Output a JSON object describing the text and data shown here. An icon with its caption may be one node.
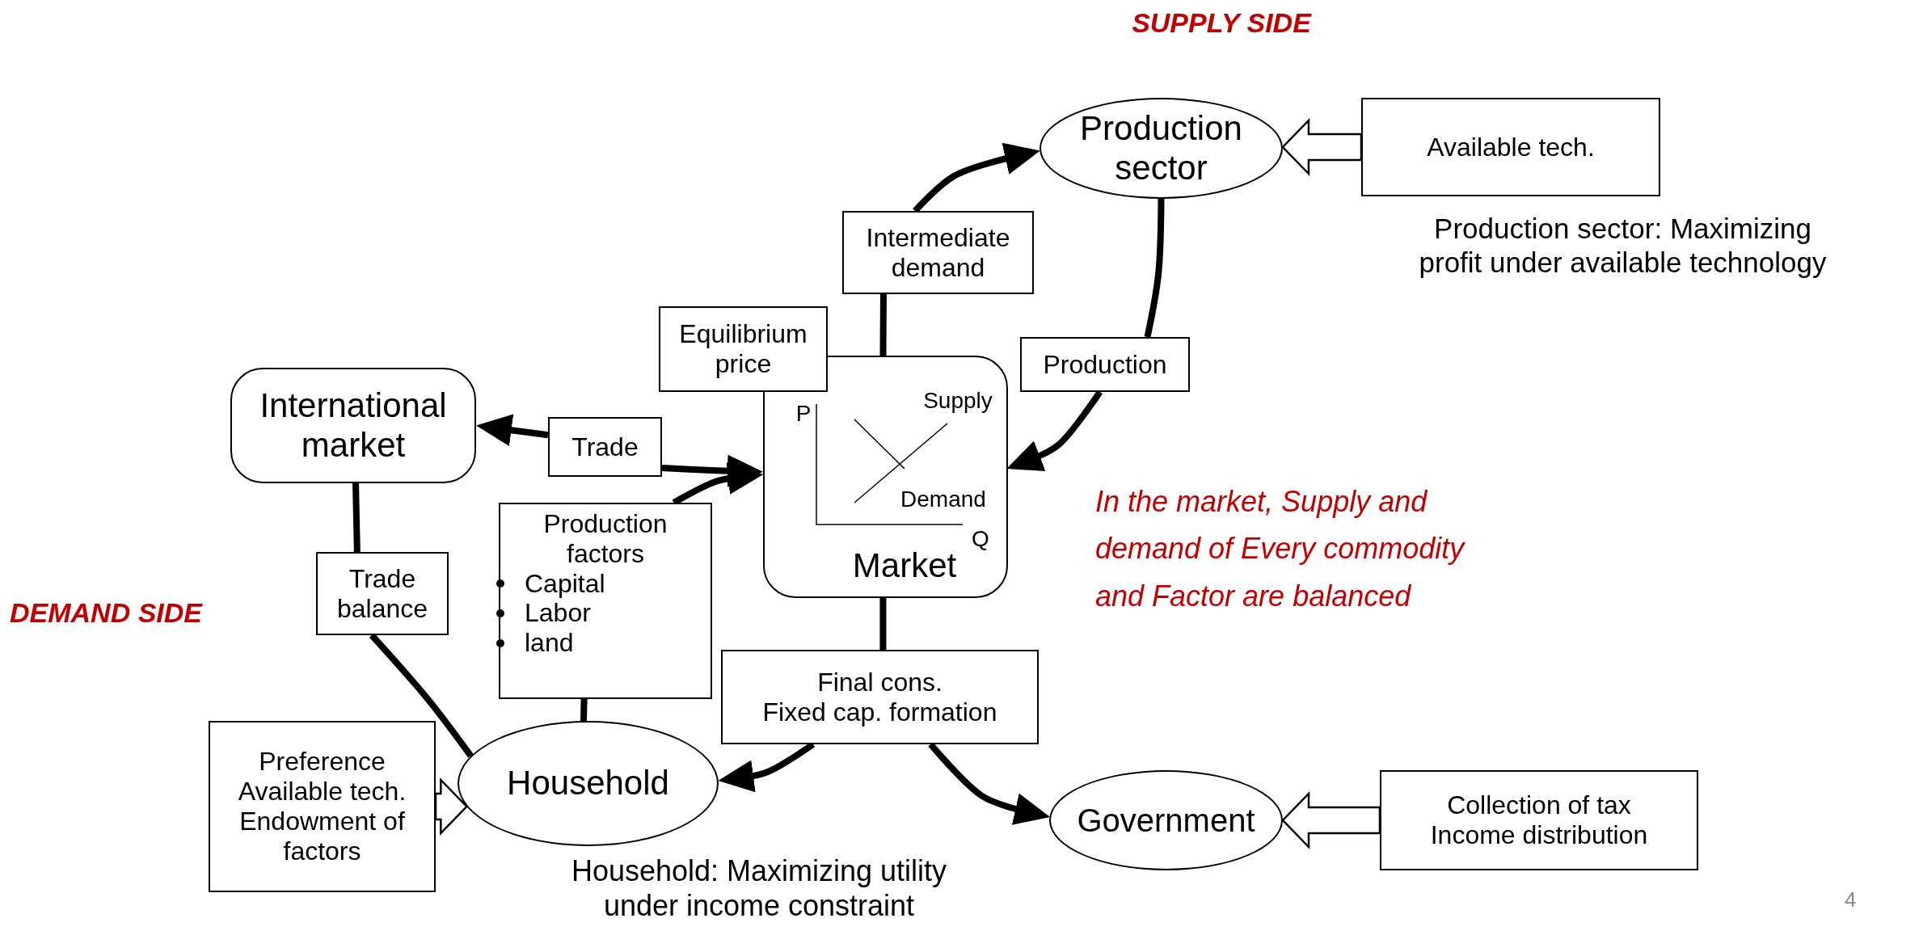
{
  "diagram": {
    "nodes": [
      {
        "text": [
          "Production sector"
        ]
      },
      {
        "text": [
          "Available tech."
        ]
      },
      {
        "text": [
          "Equilibrium price"
        ]
      },
      {
        "text": [
          "International market"
        ]
      },
      {
        "text": [
          "P",
          "Supply",
          "Demand",
          "Q",
          "Market"
        ]
      },
      {
        "text": [
          "Production factors",
          "Capital",
          "Labor",
          "land"
        ]
      },
      {
        "text": [
          "Final cons.",
          "Fixed cap. formation"
        ]
      },
      {
        "text": [
          "Preference",
          "Available tech.",
          "Endowment of factors"
        ]
      },
      {
        "text": [
          "Household"
        ]
      },
      {
        "text": [
          "Government"
        ]
      },
      {
        "text": [
          "Collection of tax",
          "Income distribution"
        ]
      },
      {
        "text": [
          "Intermediate demand"
        ]
      },
      {
        "text": [
          "Production"
        ]
      },
      {
        "text": [
          "Trade"
        ]
      },
      {
        "text": [
          "Trade balance"
        ]
      }
    ],
    "edges": [
      {
        "from": 4,
        "to": 11,
        "arrow": "none"
      },
      {
        "from": 11,
        "to": 0,
        "arrow": "to"
      },
      {
        "from": 0,
        "to": 12,
        "arrow": "none"
      },
      {
        "from": 12,
        "to": 4,
        "arrow": "to"
      },
      {
        "from": 1,
        "to": 0,
        "arrow": "to",
        "style": "thick"
      },
      {
        "from": 13,
        "to": 3,
        "arrow": "to"
      },
      {
        "from": 13,
        "to": 4,
        "arrow": "to"
      },
      {
        "from": 3,
        "to": 14,
        "arrow": "none"
      },
      {
        "from": 14,
        "to": 8,
        "arrow": "none"
      },
      {
        "from": 8,
        "to": 5,
        "arrow": "none"
      },
      {
        "from": 5,
        "to": 4,
        "arrow": "to"
      },
      {
        "from": 4,
        "to": 6,
        "arrow": "none"
      },
      {
        "from": 6,
        "to": 8,
        "arrow": "to"
      },
      {
        "from": 6,
        "to": 9,
        "arrow": "to"
      },
      {
        "from": 7,
        "to": 8,
        "arrow": "to",
        "style": "thick"
      },
      {
        "from": 10,
        "to": 9,
        "arrow": "to",
        "style": "thick"
      }
    ],
    "labels": [
      "SUPPLY SIDE",
      "Production sector: Maximizing profit under available technology",
      "In the market, Supply and demand of Every commodity and Factor are balanced",
      "DEMAND SIDE",
      "Household: Maximizing utility under income constraint",
      "4"
    ]
  }
}
